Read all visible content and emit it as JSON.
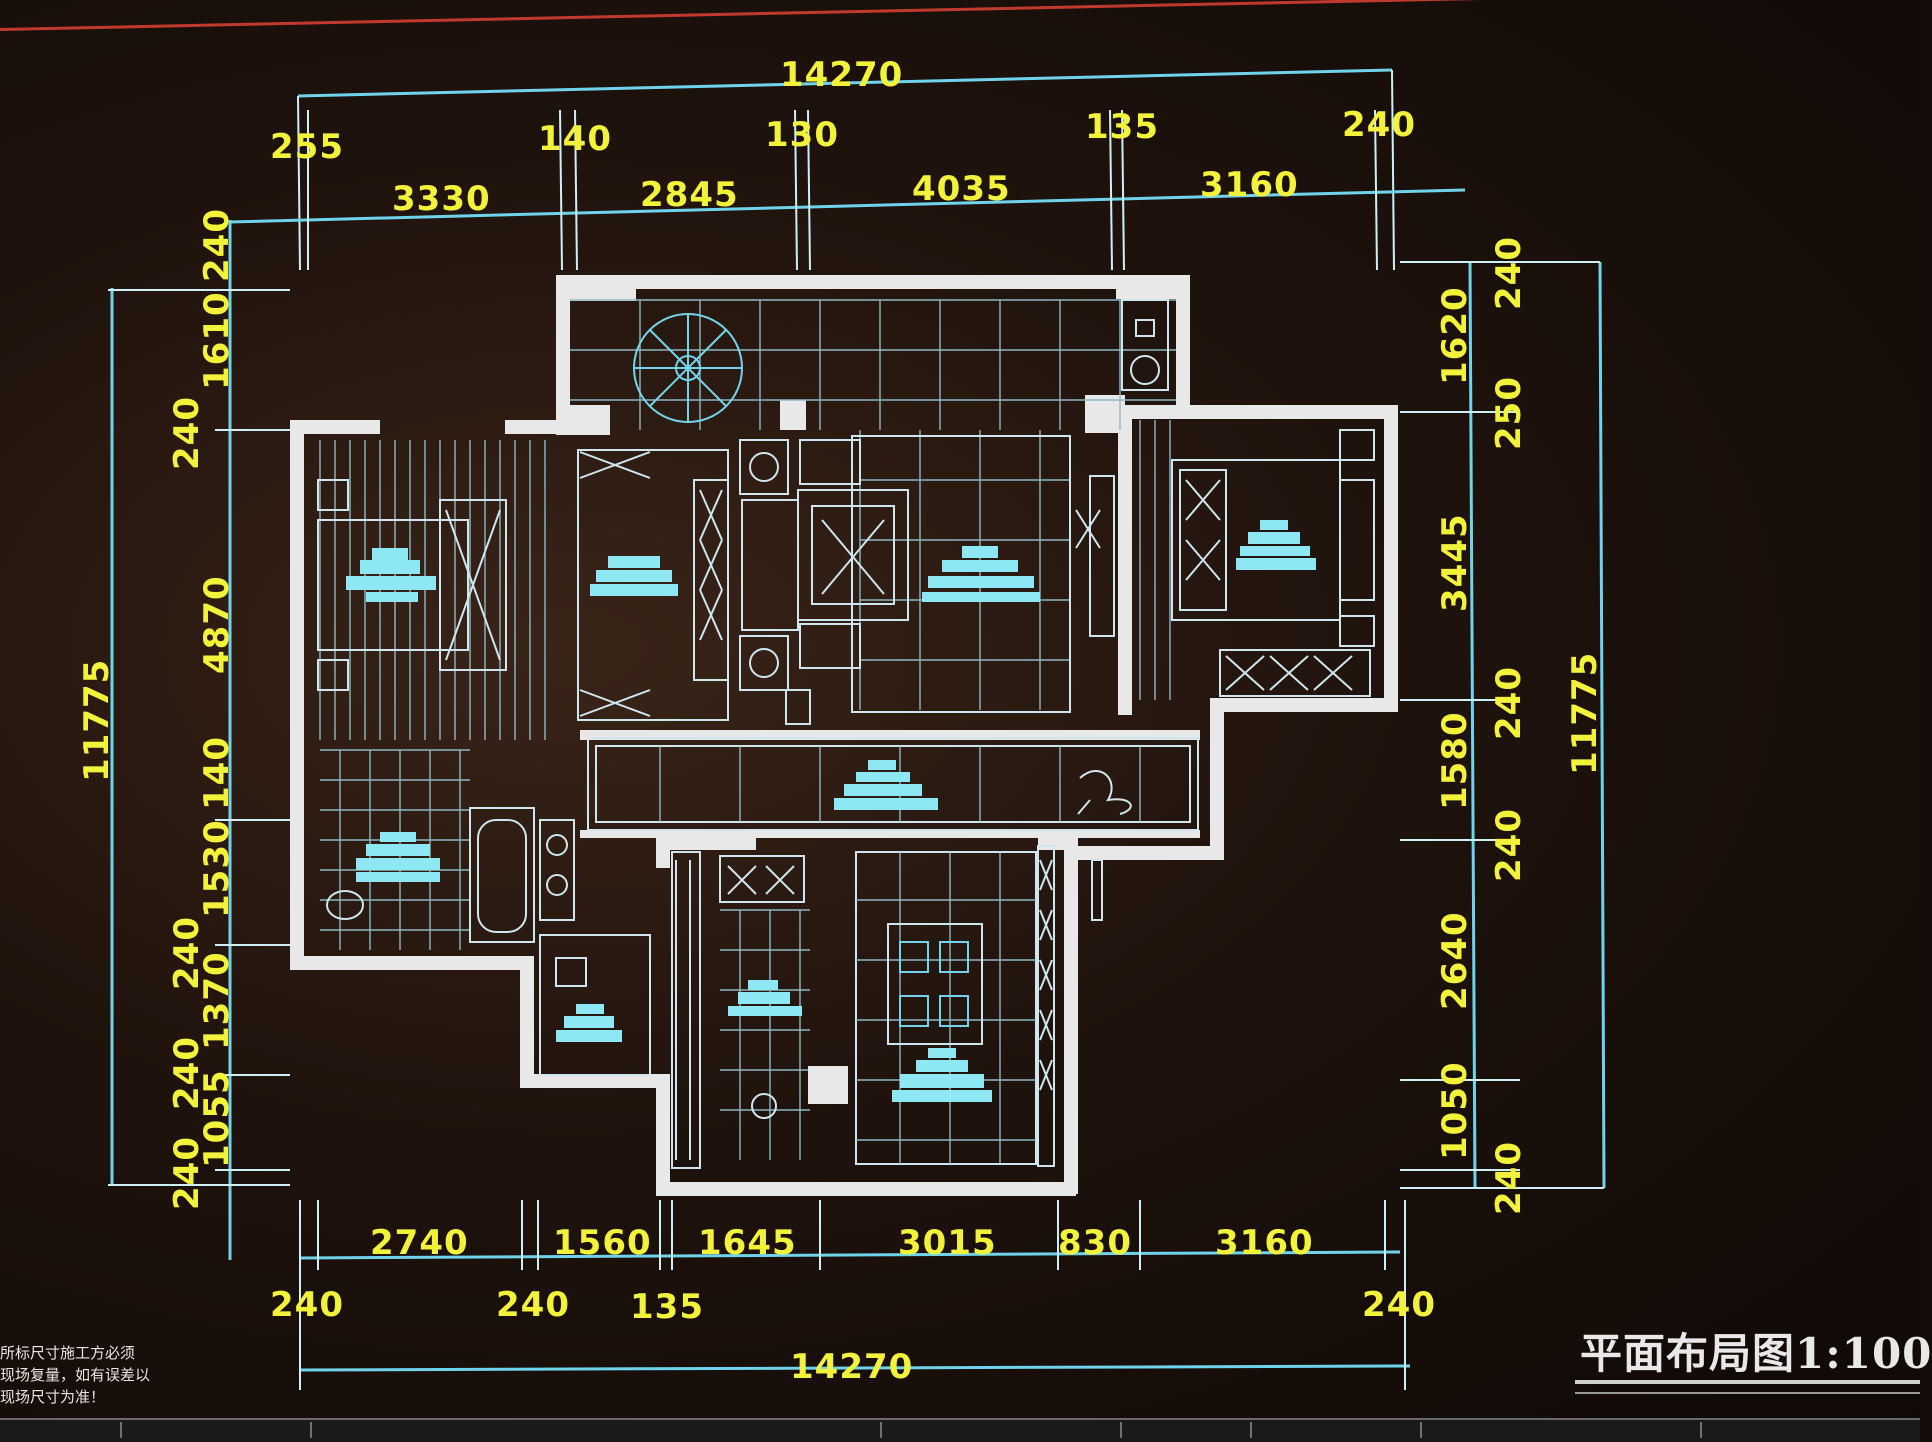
{
  "drawing": {
    "title": "平面布局图1:100",
    "note_lines": [
      "所标尺寸施工方必须",
      "现场复量，如有误差以",
      "现场尺寸为准！"
    ]
  },
  "dimensions": {
    "top_overall": "14270",
    "top_small": [
      "255",
      "140",
      "130",
      "135",
      "240"
    ],
    "top_main": [
      "3330",
      "2845",
      "4035",
      "3160"
    ],
    "bottom_overall": "14270",
    "bottom_main": [
      "2740",
      "1560",
      "1645",
      "3015",
      "830",
      "3160"
    ],
    "bottom_small": [
      "240",
      "240",
      "135",
      "240"
    ],
    "left_overall": "11775",
    "left_labels": [
      "240",
      "1610",
      "240",
      "4870",
      "140",
      "1530",
      "240",
      "1370",
      "240",
      "1055",
      "240"
    ],
    "right_overall": "11775",
    "right_labels": [
      "240",
      "1620",
      "250",
      "3445",
      "240",
      "1580",
      "240",
      "2640",
      "1050",
      "240"
    ]
  },
  "colors": {
    "dimension_text": "#f2f23a",
    "dimension_line": "#6fd3ec",
    "wall": "#f0f0f0",
    "label_block": "#8de8f4",
    "background": "#140c08"
  }
}
